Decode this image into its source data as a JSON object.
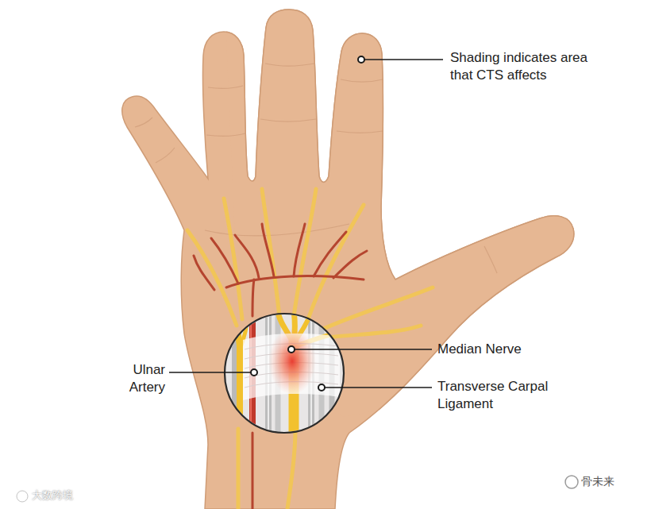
{
  "diagram": {
    "labels": [
      "Shading indicates area that CTS affects",
      "Ulnar Artery",
      "Median Nerve",
      "Transverse Carpal Ligament",
      "大数跨境",
      "骨未来"
    ]
  }
}
